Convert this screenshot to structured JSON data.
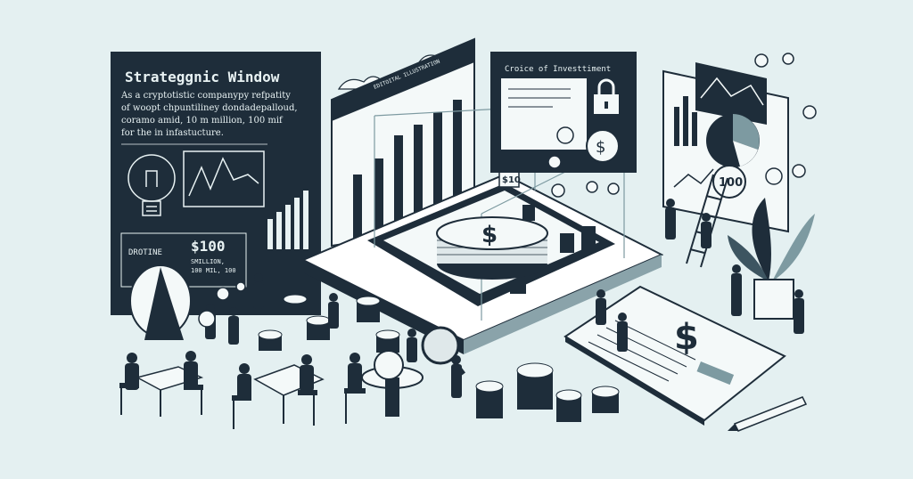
{
  "board": {
    "title": "Strateggnic Window",
    "lines": [
      "As  a cryptotistic companypy refpatity",
      "of woopt chpuntiliney dondadepalloud,",
      "coramo amid, 10 m million,   100 mif",
      "for the in infastucture."
    ],
    "label": "DROTINE",
    "price": "$100",
    "subtext_1": "SMILLION,",
    "subtext_2": "100 MIL, 100"
  },
  "glass_panel": {
    "label": "EDITOITAL ILLUSTRATION"
  },
  "investment_panel": {
    "title": "Croice of Investtiment"
  },
  "coin_badge": {
    "value": "100"
  },
  "small_sign": {
    "value": "$10"
  },
  "colors": {
    "navy": "#1e2d3a",
    "background": "#e4f0f1",
    "paper": "#f4f9f9",
    "accent": "#5b8a93"
  },
  "icons": [
    "lightbulb-icon",
    "padlock-icon",
    "dollar-icon",
    "pie-chart-icon",
    "ladder-icon",
    "plant-icon",
    "pencil-icon",
    "magnifier-icon"
  ]
}
